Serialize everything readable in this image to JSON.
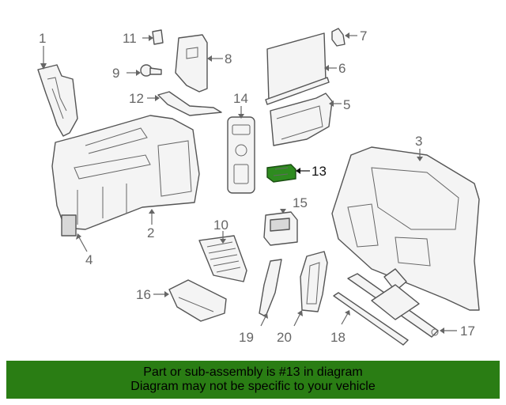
{
  "diagram": {
    "highlighted_part": "13",
    "callouts": {
      "c1": "1",
      "c2": "2",
      "c3": "3",
      "c4": "4",
      "c5": "5",
      "c6": "6",
      "c7": "7",
      "c8": "8",
      "c9": "9",
      "c10": "10",
      "c11": "11",
      "c12": "12",
      "c13": "13",
      "c14": "14",
      "c15": "15",
      "c16": "16",
      "c17": "17",
      "c18": "18",
      "c19": "19",
      "c20": "20"
    }
  },
  "footer": {
    "line1": "Part or sub-assembly is #13 in diagram",
    "line2": "Diagram may not be specific to your vehicle"
  },
  "colors": {
    "footer_bg": "#2a7d14",
    "highlight": "#2e8b1f",
    "line": "#666666"
  }
}
